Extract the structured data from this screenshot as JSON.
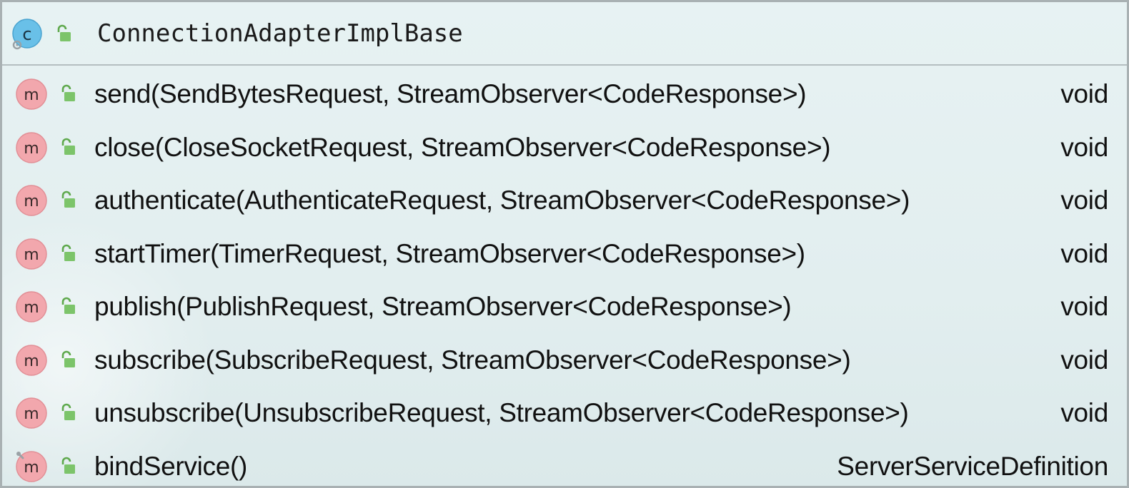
{
  "class_box": {
    "name": "ConnectionAdapterImplBase",
    "icon": "class-icon",
    "visibility_icon": "public-lock-icon"
  },
  "methods": [
    {
      "signature": "send(SendBytesRequest, StreamObserver<CodeResponse>)",
      "return_type": "void",
      "icon": "method-icon",
      "override_marker": false
    },
    {
      "signature": "close(CloseSocketRequest, StreamObserver<CodeResponse>)",
      "return_type": "void",
      "icon": "method-icon",
      "override_marker": false
    },
    {
      "signature": "authenticate(AuthenticateRequest, StreamObserver<CodeResponse>)",
      "return_type": "void",
      "icon": "method-icon",
      "override_marker": false
    },
    {
      "signature": "startTimer(TimerRequest, StreamObserver<CodeResponse>)",
      "return_type": "void",
      "icon": "method-icon",
      "override_marker": false
    },
    {
      "signature": "publish(PublishRequest, StreamObserver<CodeResponse>)",
      "return_type": "void",
      "icon": "method-icon",
      "override_marker": false
    },
    {
      "signature": "subscribe(SubscribeRequest, StreamObserver<CodeResponse>)",
      "return_type": "void",
      "icon": "method-icon",
      "override_marker": false
    },
    {
      "signature": "unsubscribe(UnsubscribeRequest, StreamObserver<CodeResponse>)",
      "return_type": "void",
      "icon": "method-icon",
      "override_marker": false
    },
    {
      "signature": "bindService()",
      "return_type": "ServerServiceDefinition",
      "icon": "method-icon",
      "override_marker": true
    }
  ],
  "colors": {
    "class_icon": "#69c0e8",
    "method_icon": "#f2a7ad",
    "lock": "#7cc46a"
  }
}
